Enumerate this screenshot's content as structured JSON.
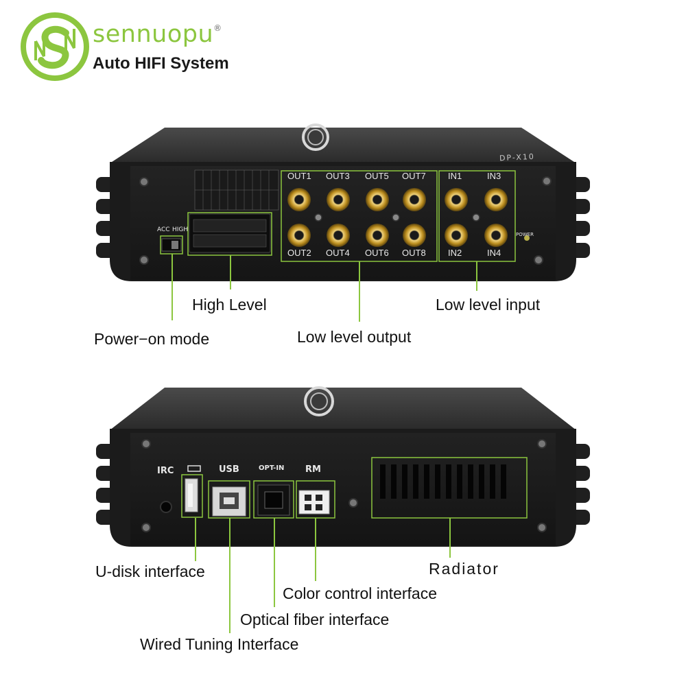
{
  "brand": {
    "name": "sennuopu",
    "registered_mark": "®",
    "tagline": "Auto HIFI System"
  },
  "device_top": {
    "model_label": "DP-X10",
    "outputs_top": [
      "OUT1",
      "OUT3",
      "OUT5",
      "OUT7"
    ],
    "outputs_bottom": [
      "OUT2",
      "OUT4",
      "OUT6",
      "OUT8"
    ],
    "inputs_top": [
      "IN1",
      "IN3"
    ],
    "inputs_bottom": [
      "IN2",
      "IN4"
    ],
    "switch_labels": [
      "ACC",
      "HIGH"
    ],
    "power_label": "POWER"
  },
  "device_bottom": {
    "irc_label": "IRC",
    "usb_label": "USB",
    "opt_label": "OPT-IN",
    "rm_label": "RM"
  },
  "callouts": {
    "high_level": "High Level",
    "low_level_input": "Low level input",
    "power_on_mode": "Power−on mode",
    "low_level_output": "Low level output",
    "u_disk": "U-disk interface",
    "radiator": "Radiator",
    "color_control": "Color control interface",
    "optical_fiber": "Optical fiber interface",
    "wired_tuning": "Wired Tuning Interface"
  },
  "colors": {
    "accent_green": "#8cc63f",
    "device_body": "#1c1c1c",
    "rca_gold": "#c9a227"
  }
}
